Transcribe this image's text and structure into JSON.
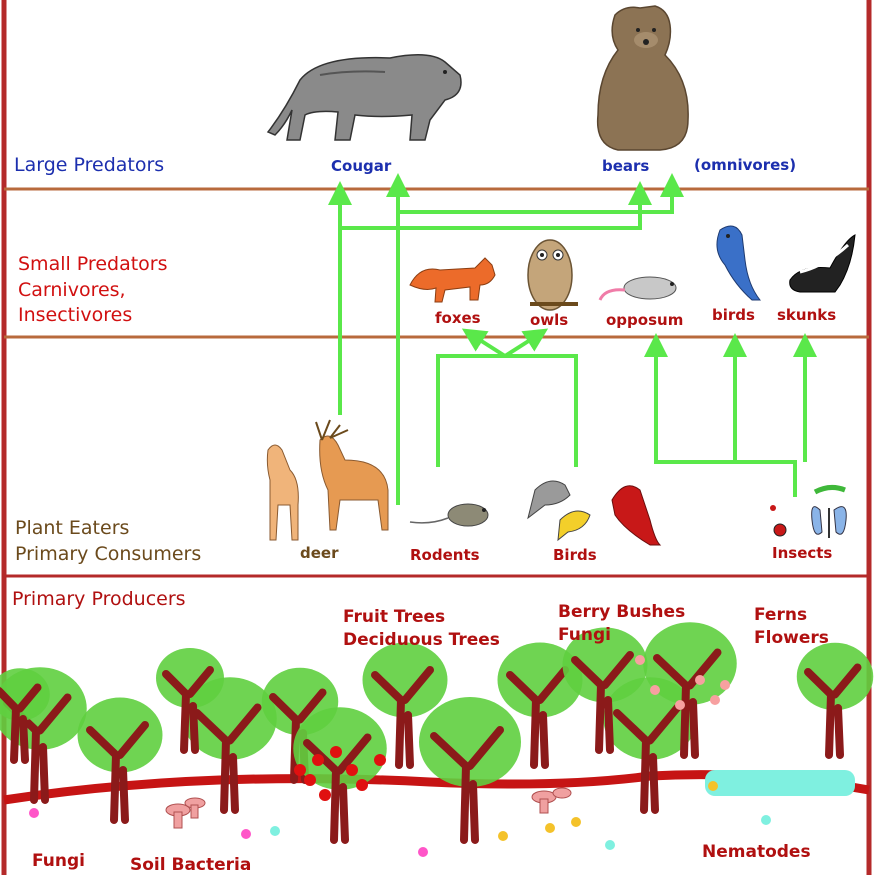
{
  "tiers": {
    "large_predators": "Large Predators",
    "small_predators": "Small Predators\nCarnivores,\nInsectivores",
    "plant_eaters": "Plant Eaters\nPrimary Consumers",
    "primary_producers": "Primary Producers"
  },
  "animals": {
    "cougar": "Cougar",
    "bears": "bears",
    "omnivores": "(omnivores)",
    "foxes": "foxes",
    "owls": "owls",
    "opposum": "opposum",
    "birds_small": "birds",
    "skunks": "skunks",
    "deer": "deer",
    "rodents": "Rodents",
    "birds": "Birds",
    "insects": "Insects"
  },
  "producers": {
    "trees": "Fruit Trees\nDeciduous Trees",
    "berry": "Berry Bushes\nFungi",
    "ferns": "Ferns\nFlowers",
    "fungi": "Fungi",
    "soil_bacteria": "Soil Bacteria",
    "nematodes": "Nematodes"
  },
  "colors": {
    "border": "#b42a2a",
    "divider": "#b86a3c",
    "arrow": "#5ae84a",
    "tree_trunk": "#8b1a1a",
    "foliage": "#5fcf3f",
    "ground": "#c61414"
  },
  "icons": [
    "cougar-icon",
    "bear-icon",
    "fox-icon",
    "owl-icon",
    "opossum-icon",
    "bluejay-icon",
    "skunk-icon",
    "deer-icon",
    "rodent-icon",
    "songbird-icon",
    "insect-icon",
    "tree-icon",
    "mushroom-icon",
    "flower-icon",
    "water-icon"
  ]
}
